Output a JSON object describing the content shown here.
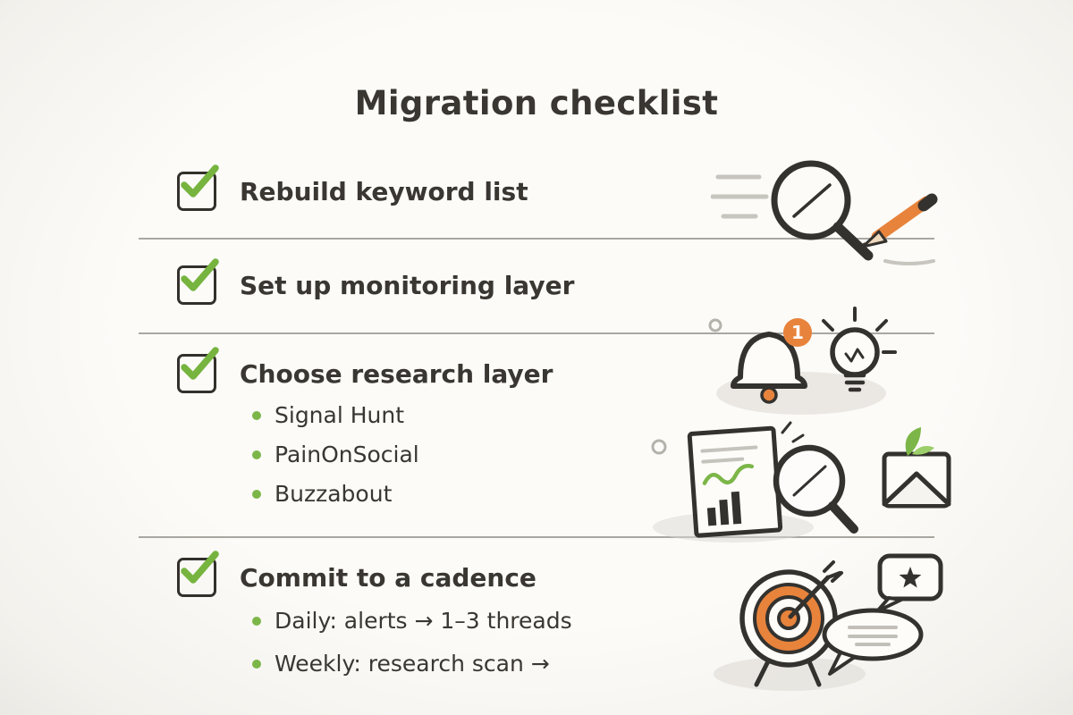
{
  "page": {
    "title": "Migration checklist"
  },
  "colors": {
    "ink": "#3a3631",
    "green": "#7cb648",
    "orange": "#e8833c",
    "paper": "#fbfaf7",
    "divider": "#7d7972"
  },
  "checklist": [
    {
      "label": "Rebuild keyword list",
      "checked": true,
      "illustration": "magnifying-glass-and-pencil"
    },
    {
      "label": "Set up monitoring layer",
      "checked": true,
      "illustration": "alert-bell-and-lightbulb",
      "badge": "1"
    },
    {
      "label": "Choose research layer",
      "checked": true,
      "illustration": "report-magnifier-and-envelope",
      "subitems": [
        "Signal Hunt",
        "PainOnSocial",
        "Buzzabout"
      ]
    },
    {
      "label": "Commit to a cadence",
      "checked": true,
      "illustration": "dartboard-and-speech-bubbles",
      "subitems": [
        "Daily: alerts → 1–3 threads",
        "Weekly: research scan →"
      ]
    }
  ]
}
